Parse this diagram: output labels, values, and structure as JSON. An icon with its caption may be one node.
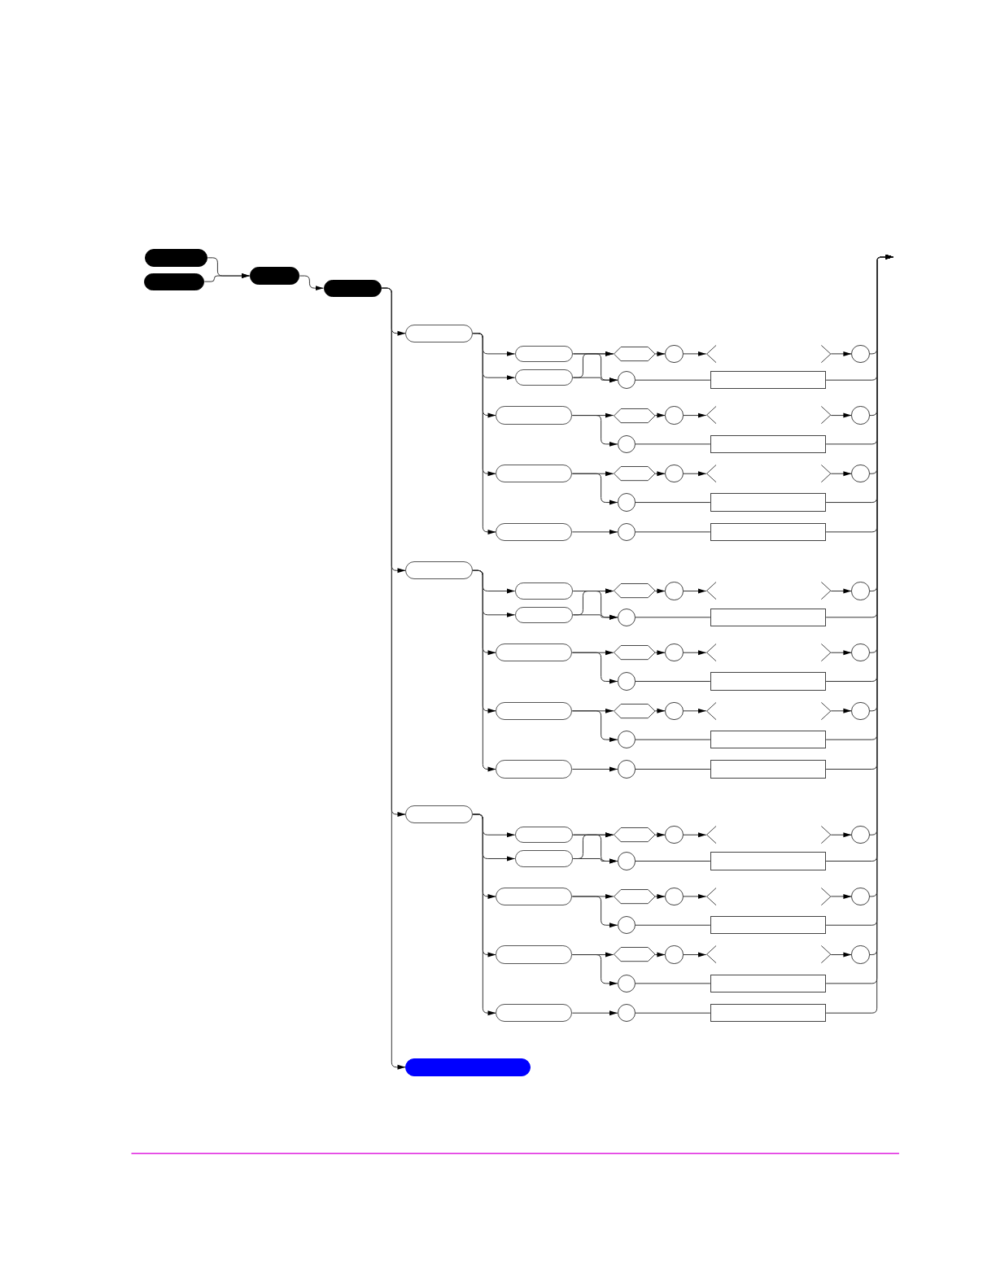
{
  "diagram": {
    "nodes": [
      {
        "text": [],
        "shape": "bar"
      },
      {
        "text": [],
        "shape": "bar"
      },
      {
        "text": [],
        "shape": "bar"
      },
      {
        "text": [],
        "shape": "bar"
      },
      {
        "text": [],
        "shape": "pill"
      },
      {
        "text": [],
        "shape": "pill"
      },
      {
        "text": [],
        "shape": "pill"
      },
      {
        "text": [],
        "shape": "hexagon"
      },
      {
        "text": [],
        "shape": "circle"
      },
      {
        "text": [],
        "shape": "chevrons"
      },
      {
        "text": [],
        "shape": "circle"
      },
      {
        "text": [],
        "shape": "circle"
      },
      {
        "text": [],
        "shape": "box"
      },
      {
        "text": [],
        "shape": "pill"
      },
      {
        "text": [],
        "shape": "hexagon"
      },
      {
        "text": [],
        "shape": "circle"
      },
      {
        "text": [],
        "shape": "chevrons"
      },
      {
        "text": [],
        "shape": "circle"
      },
      {
        "text": [],
        "shape": "circle"
      },
      {
        "text": [],
        "shape": "box"
      },
      {
        "text": [],
        "shape": "pill"
      },
      {
        "text": [],
        "shape": "hexagon"
      },
      {
        "text": [],
        "shape": "circle"
      },
      {
        "text": [],
        "shape": "chevrons"
      },
      {
        "text": [],
        "shape": "circle"
      },
      {
        "text": [],
        "shape": "circle"
      },
      {
        "text": [],
        "shape": "box"
      },
      {
        "text": [],
        "shape": "pill"
      },
      {
        "text": [],
        "shape": "circle"
      },
      {
        "text": [],
        "shape": "box"
      },
      {
        "text": [],
        "shape": "pill"
      },
      {
        "text": [],
        "shape": "pill"
      },
      {
        "text": [],
        "shape": "pill"
      },
      {
        "text": [],
        "shape": "hexagon"
      },
      {
        "text": [],
        "shape": "circle"
      },
      {
        "text": [],
        "shape": "chevrons"
      },
      {
        "text": [],
        "shape": "circle"
      },
      {
        "text": [],
        "shape": "circle"
      },
      {
        "text": [],
        "shape": "box"
      },
      {
        "text": [],
        "shape": "pill"
      },
      {
        "text": [],
        "shape": "hexagon"
      },
      {
        "text": [],
        "shape": "circle"
      },
      {
        "text": [],
        "shape": "chevrons"
      },
      {
        "text": [],
        "shape": "circle"
      },
      {
        "text": [],
        "shape": "circle"
      },
      {
        "text": [],
        "shape": "box"
      },
      {
        "text": [],
        "shape": "pill"
      },
      {
        "text": [],
        "shape": "hexagon"
      },
      {
        "text": [],
        "shape": "circle"
      },
      {
        "text": [],
        "shape": "chevrons"
      },
      {
        "text": [],
        "shape": "circle"
      },
      {
        "text": [],
        "shape": "circle"
      },
      {
        "text": [],
        "shape": "box"
      },
      {
        "text": [],
        "shape": "pill"
      },
      {
        "text": [],
        "shape": "circle"
      },
      {
        "text": [],
        "shape": "box"
      },
      {
        "text": [],
        "shape": "pill"
      },
      {
        "text": [],
        "shape": "pill"
      },
      {
        "text": [],
        "shape": "pill"
      },
      {
        "text": [],
        "shape": "hexagon"
      },
      {
        "text": [],
        "shape": "circle"
      },
      {
        "text": [],
        "shape": "chevrons"
      },
      {
        "text": [],
        "shape": "circle"
      },
      {
        "text": [],
        "shape": "circle"
      },
      {
        "text": [],
        "shape": "box"
      },
      {
        "text": [],
        "shape": "pill"
      },
      {
        "text": [],
        "shape": "hexagon"
      },
      {
        "text": [],
        "shape": "circle"
      },
      {
        "text": [],
        "shape": "chevrons"
      },
      {
        "text": [],
        "shape": "circle"
      },
      {
        "text": [],
        "shape": "circle"
      },
      {
        "text": [],
        "shape": "box"
      },
      {
        "text": [],
        "shape": "pill"
      },
      {
        "text": [],
        "shape": "hexagon"
      },
      {
        "text": [],
        "shape": "circle"
      },
      {
        "text": [],
        "shape": "chevrons"
      },
      {
        "text": [],
        "shape": "circle"
      },
      {
        "text": [],
        "shape": "circle"
      },
      {
        "text": [],
        "shape": "box"
      },
      {
        "text": [],
        "shape": "pill"
      },
      {
        "text": [],
        "shape": "circle"
      },
      {
        "text": [],
        "shape": "box"
      },
      {
        "text": [],
        "shape": "button"
      }
    ],
    "edges": [
      {
        "from": 0,
        "to": 2,
        "arrow": "to"
      },
      {
        "from": 1,
        "to": 2,
        "arrow": "to"
      },
      {
        "from": 2,
        "to": 3,
        "arrow": "to"
      },
      {
        "from": 3,
        "to": 4,
        "arrow": "to"
      },
      {
        "from": 4,
        "to": 5,
        "arrow": "to"
      },
      {
        "from": 4,
        "to": 6,
        "arrow": "to"
      },
      {
        "from": 4,
        "to": 13,
        "arrow": "to"
      },
      {
        "from": 4,
        "to": 20,
        "arrow": "to"
      },
      {
        "from": 4,
        "to": 27,
        "arrow": "to"
      },
      {
        "from": 5,
        "to": 7,
        "arrow": "to"
      },
      {
        "from": 6,
        "to": 7,
        "arrow": "to"
      },
      {
        "from": 5,
        "to": 11,
        "arrow": "to"
      },
      {
        "from": 6,
        "to": 11,
        "arrow": "to"
      },
      {
        "from": 7,
        "to": 8,
        "arrow": "to"
      },
      {
        "from": 8,
        "to": 9,
        "arrow": "to"
      },
      {
        "from": 9,
        "to": 10,
        "arrow": "to"
      },
      {
        "from": 11,
        "to": 12,
        "arrow": "none"
      },
      {
        "from": 10,
        "to": null,
        "arrow": "to"
      },
      {
        "from": 12,
        "to": null,
        "arrow": "to"
      },
      {
        "from": 13,
        "to": 14,
        "arrow": "to"
      },
      {
        "from": 13,
        "to": 18,
        "arrow": "to"
      },
      {
        "from": 14,
        "to": 15,
        "arrow": "to"
      },
      {
        "from": 15,
        "to": 16,
        "arrow": "to"
      },
      {
        "from": 16,
        "to": 17,
        "arrow": "to"
      },
      {
        "from": 18,
        "to": 19,
        "arrow": "none"
      },
      {
        "from": 17,
        "to": null,
        "arrow": "to"
      },
      {
        "from": 19,
        "to": null,
        "arrow": "to"
      },
      {
        "from": 20,
        "to": 21,
        "arrow": "to"
      },
      {
        "from": 20,
        "to": 25,
        "arrow": "to"
      },
      {
        "from": 21,
        "to": 22,
        "arrow": "to"
      },
      {
        "from": 22,
        "to": 23,
        "arrow": "to"
      },
      {
        "from": 23,
        "to": 24,
        "arrow": "to"
      },
      {
        "from": 25,
        "to": 26,
        "arrow": "none"
      },
      {
        "from": 24,
        "to": null,
        "arrow": "to"
      },
      {
        "from": 26,
        "to": null,
        "arrow": "to"
      },
      {
        "from": 27,
        "to": 28,
        "arrow": "to"
      },
      {
        "from": 28,
        "to": 29,
        "arrow": "none"
      },
      {
        "from": 29,
        "to": null,
        "arrow": "to"
      },
      {
        "from": 3,
        "to": 30,
        "arrow": "to"
      },
      {
        "from": 30,
        "to": 31,
        "arrow": "to"
      },
      {
        "from": 30,
        "to": 32,
        "arrow": "to"
      },
      {
        "from": 30,
        "to": 39,
        "arrow": "to"
      },
      {
        "from": 30,
        "to": 46,
        "arrow": "to"
      },
      {
        "from": 30,
        "to": 53,
        "arrow": "to"
      },
      {
        "from": 31,
        "to": 33,
        "arrow": "to"
      },
      {
        "from": 32,
        "to": 33,
        "arrow": "to"
      },
      {
        "from": 31,
        "to": 37,
        "arrow": "to"
      },
      {
        "from": 32,
        "to": 37,
        "arrow": "to"
      },
      {
        "from": 33,
        "to": 34,
        "arrow": "to"
      },
      {
        "from": 34,
        "to": 35,
        "arrow": "to"
      },
      {
        "from": 35,
        "to": 36,
        "arrow": "to"
      },
      {
        "from": 37,
        "to": 38,
        "arrow": "none"
      },
      {
        "from": 36,
        "to": null,
        "arrow": "to"
      },
      {
        "from": 38,
        "to": null,
        "arrow": "to"
      },
      {
        "from": 39,
        "to": 40,
        "arrow": "to"
      },
      {
        "from": 39,
        "to": 44,
        "arrow": "to"
      },
      {
        "from": 40,
        "to": 41,
        "arrow": "to"
      },
      {
        "from": 41,
        "to": 42,
        "arrow": "to"
      },
      {
        "from": 42,
        "to": 43,
        "arrow": "to"
      },
      {
        "from": 44,
        "to": 45,
        "arrow": "none"
      },
      {
        "from": 43,
        "to": null,
        "arrow": "to"
      },
      {
        "from": 45,
        "to": null,
        "arrow": "to"
      },
      {
        "from": 46,
        "to": 47,
        "arrow": "to"
      },
      {
        "from": 46,
        "to": 51,
        "arrow": "to"
      },
      {
        "from": 47,
        "to": 48,
        "arrow": "to"
      },
      {
        "from": 48,
        "to": 49,
        "arrow": "to"
      },
      {
        "from": 49,
        "to": 50,
        "arrow": "to"
      },
      {
        "from": 51,
        "to": 52,
        "arrow": "none"
      },
      {
        "from": 50,
        "to": null,
        "arrow": "to"
      },
      {
        "from": 52,
        "to": null,
        "arrow": "to"
      },
      {
        "from": 53,
        "to": 54,
        "arrow": "to"
      },
      {
        "from": 54,
        "to": 55,
        "arrow": "none"
      },
      {
        "from": 55,
        "to": null,
        "arrow": "to"
      },
      {
        "from": 3,
        "to": 56,
        "arrow": "to"
      },
      {
        "from": 56,
        "to": 57,
        "arrow": "to"
      },
      {
        "from": 56,
        "to": 58,
        "arrow": "to"
      },
      {
        "from": 56,
        "to": 65,
        "arrow": "to"
      },
      {
        "from": 56,
        "to": 72,
        "arrow": "to"
      },
      {
        "from": 56,
        "to": 79,
        "arrow": "to"
      },
      {
        "from": 57,
        "to": 59,
        "arrow": "to"
      },
      {
        "from": 58,
        "to": 59,
        "arrow": "to"
      },
      {
        "from": 57,
        "to": 63,
        "arrow": "to"
      },
      {
        "from": 58,
        "to": 63,
        "arrow": "to"
      },
      {
        "from": 59,
        "to": 60,
        "arrow": "to"
      },
      {
        "from": 60,
        "to": 61,
        "arrow": "to"
      },
      {
        "from": 61,
        "to": 62,
        "arrow": "to"
      },
      {
        "from": 63,
        "to": 64,
        "arrow": "none"
      },
      {
        "from": 62,
        "to": null,
        "arrow": "to"
      },
      {
        "from": 64,
        "to": null,
        "arrow": "to"
      },
      {
        "from": 65,
        "to": 66,
        "arrow": "to"
      },
      {
        "from": 65,
        "to": 70,
        "arrow": "to"
      },
      {
        "from": 66,
        "to": 67,
        "arrow": "to"
      },
      {
        "from": 67,
        "to": 68,
        "arrow": "to"
      },
      {
        "from": 68,
        "to": 69,
        "arrow": "to"
      },
      {
        "from": 70,
        "to": 71,
        "arrow": "none"
      },
      {
        "from": 69,
        "to": null,
        "arrow": "to"
      },
      {
        "from": 71,
        "to": null,
        "arrow": "to"
      },
      {
        "from": 72,
        "to": 73,
        "arrow": "to"
      },
      {
        "from": 72,
        "to": 77,
        "arrow": "to"
      },
      {
        "from": 73,
        "to": 74,
        "arrow": "to"
      },
      {
        "from": 74,
        "to": 75,
        "arrow": "to"
      },
      {
        "from": 75,
        "to": 76,
        "arrow": "to"
      },
      {
        "from": 77,
        "to": 78,
        "arrow": "none"
      },
      {
        "from": 76,
        "to": null,
        "arrow": "to"
      },
      {
        "from": 78,
        "to": null,
        "arrow": "to"
      },
      {
        "from": 79,
        "to": 80,
        "arrow": "to"
      },
      {
        "from": 80,
        "to": 81,
        "arrow": "none"
      },
      {
        "from": 81,
        "to": null,
        "arrow": "to"
      },
      {
        "from": 3,
        "to": 82,
        "arrow": "to"
      }
    ]
  }
}
